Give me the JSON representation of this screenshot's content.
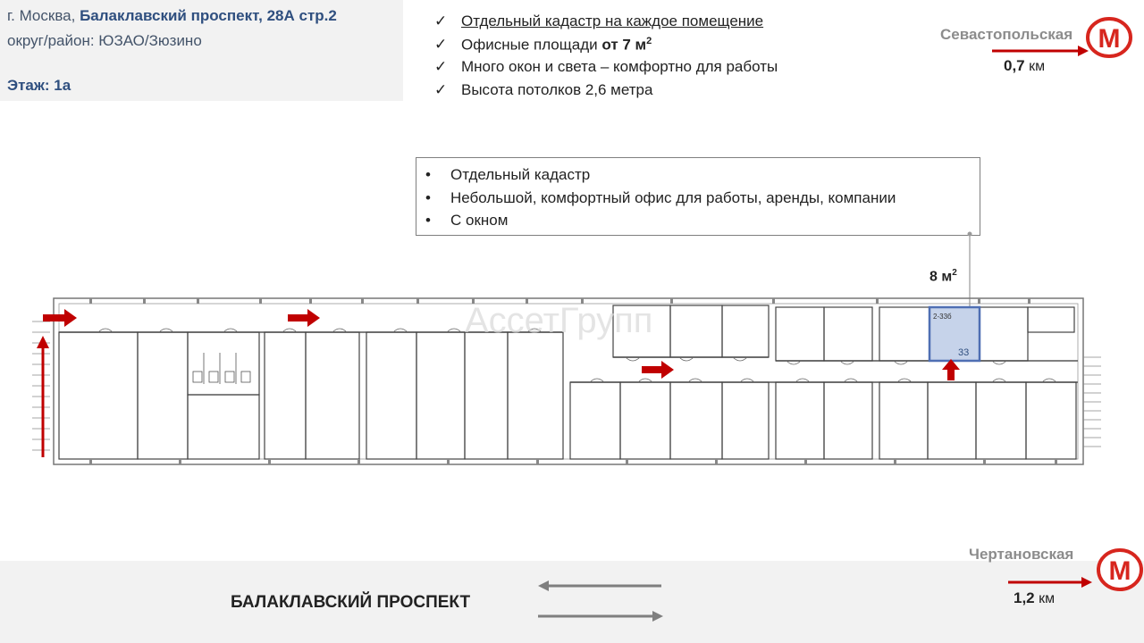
{
  "address": {
    "city": "г. Москва,",
    "street": "Балаклавский проспект, 28А стр.2",
    "district": "округ/район: ЮЗАО/Зюзино",
    "floor": "Этаж: 1а"
  },
  "features": [
    {
      "check": "✓",
      "text": "Отдельный кадастр на каждое помещение"
    },
    {
      "check": "✓",
      "text": "Офисные площади",
      "bold": "от 7 м",
      "sup": "2"
    },
    {
      "check": "✓",
      "text": "Много окон и света – комфортно для работы"
    },
    {
      "check": "✓",
      "text": "Высота потолков 2,6 метра"
    }
  ],
  "metro_top": {
    "name": "Севастопольская",
    "distance": "0,7",
    "unit": "км",
    "logo_letter": "М"
  },
  "metro_bottom": {
    "name": "Чертановская",
    "distance": "1,2",
    "unit": "км",
    "logo_letter": "М"
  },
  "callout": {
    "bullet": "•",
    "items": [
      "Отдельный кадастр",
      "Небольшой, комфортный офис для работы, аренды, компании",
      "С окном"
    ]
  },
  "area": {
    "value": "8 м",
    "sup": "2"
  },
  "plan": {
    "room_code": "2-33б",
    "room_number": "33",
    "watermark": "АссетГрупп"
  },
  "road": {
    "name": "БАЛАКЛАВСКИЙ ПРОСПЕКТ"
  },
  "colors": {
    "accent_red": "#c00000",
    "metro_red": "#d7261e",
    "highlight_fill": "#c6d3ea",
    "highlight_stroke": "#4f6fb3",
    "road_bg": "#f2f2f2"
  }
}
